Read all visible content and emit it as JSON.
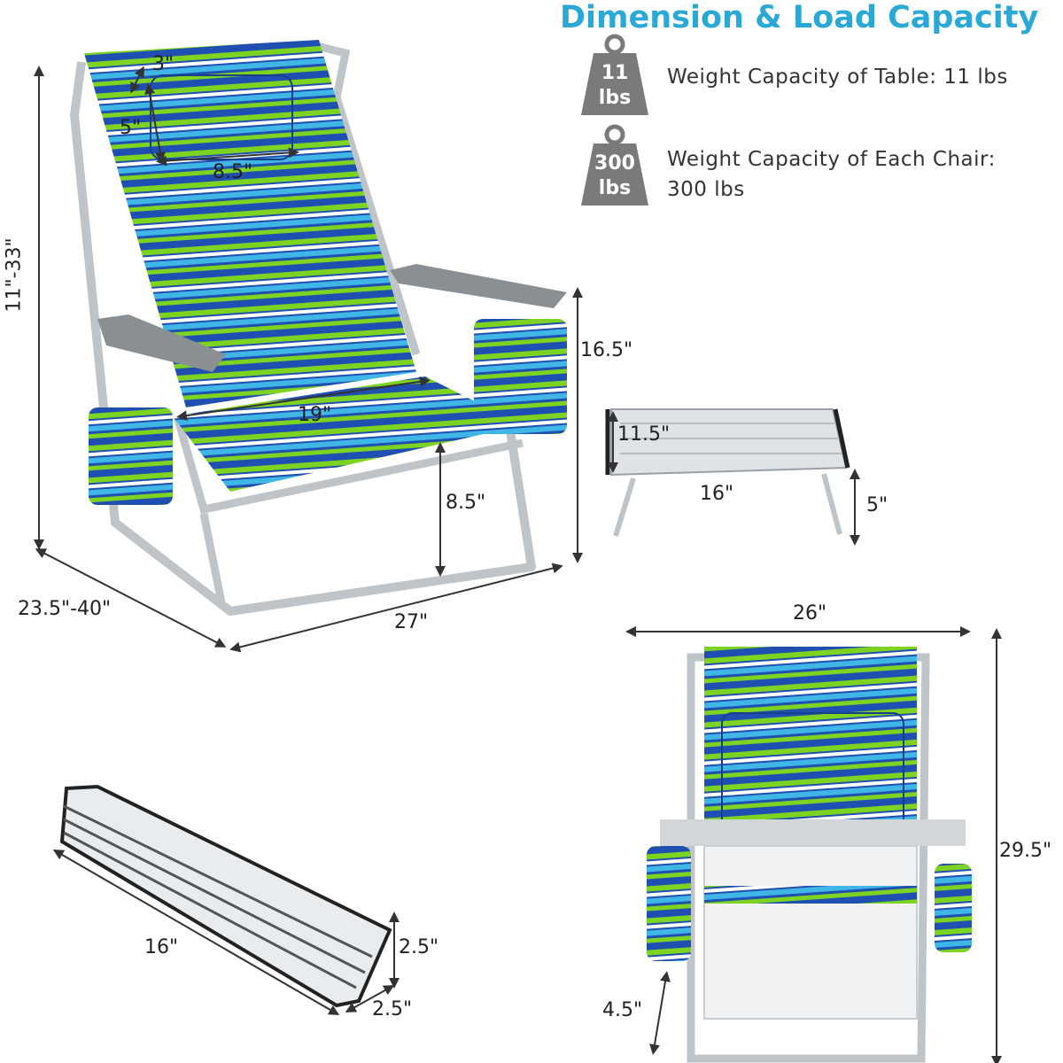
{
  "heading": "Dimension & Load Capacity",
  "capacity": {
    "table": {
      "weight_top": "11",
      "weight_bottom": "lbs",
      "text": "Weight Capacity of Table: 11 lbs"
    },
    "chair": {
      "weight_top": "300",
      "weight_bottom": "lbs",
      "text_line1": "Weight Capacity of Each Chair:",
      "text_line2": "300 lbs"
    }
  },
  "chair_dims": {
    "pillow_depth": "3\"",
    "pillow_height": "5\"",
    "pillow_width": "8.5\"",
    "height_range": "11\"-33\"",
    "arm_height": "16.5\"",
    "seat_width": "19\"",
    "seat_height": "8.5\"",
    "depth_range": "23.5\"-40\"",
    "width": "27\""
  },
  "table_dims": {
    "depth": "11.5\"",
    "width": "16\"",
    "height": "5\""
  },
  "folded_table_dims": {
    "length": "16\"",
    "height": "2.5\"",
    "width": "2.5\""
  },
  "folded_chair_dims": {
    "width": "26\"",
    "height": "29.5\"",
    "thickness": "4.5\""
  },
  "colors": {
    "accent": "#2aa9d6",
    "weight_icon": "#7a7a7a",
    "stripe_blue": "#1f4fb0",
    "stripe_green": "#7ed321",
    "stripe_light": "#3fb6e6"
  }
}
